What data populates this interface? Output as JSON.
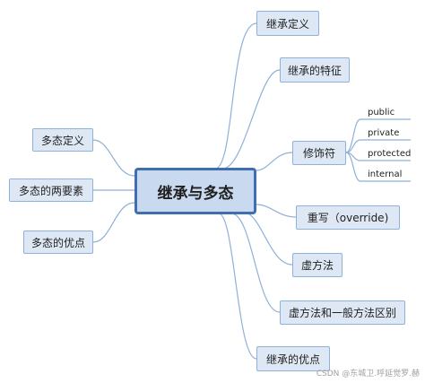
{
  "root": {
    "label": "继承与多态"
  },
  "left_nodes": [
    {
      "label": "多态定义"
    },
    {
      "label": "多态的两要素"
    },
    {
      "label": "多态的优点"
    }
  ],
  "right_nodes": [
    {
      "label": "继承定义"
    },
    {
      "label": "继承的特征"
    },
    {
      "label": "修饰符"
    },
    {
      "label": "重写（override)"
    },
    {
      "label": "虚方法"
    },
    {
      "label": "虚方法和一般方法区别"
    },
    {
      "label": "继承的优点"
    }
  ],
  "modifiers": [
    "public",
    "private",
    "protected",
    "internal"
  ],
  "watermark": "CSDN @东城卫.呼延觉罗.赫",
  "colors": {
    "line": "#8fb0d8",
    "node_fill": "#dee8f5",
    "node_border": "#8fb2dc",
    "root_fill": "#c9d9ef",
    "root_border": "#3f6fb0"
  }
}
